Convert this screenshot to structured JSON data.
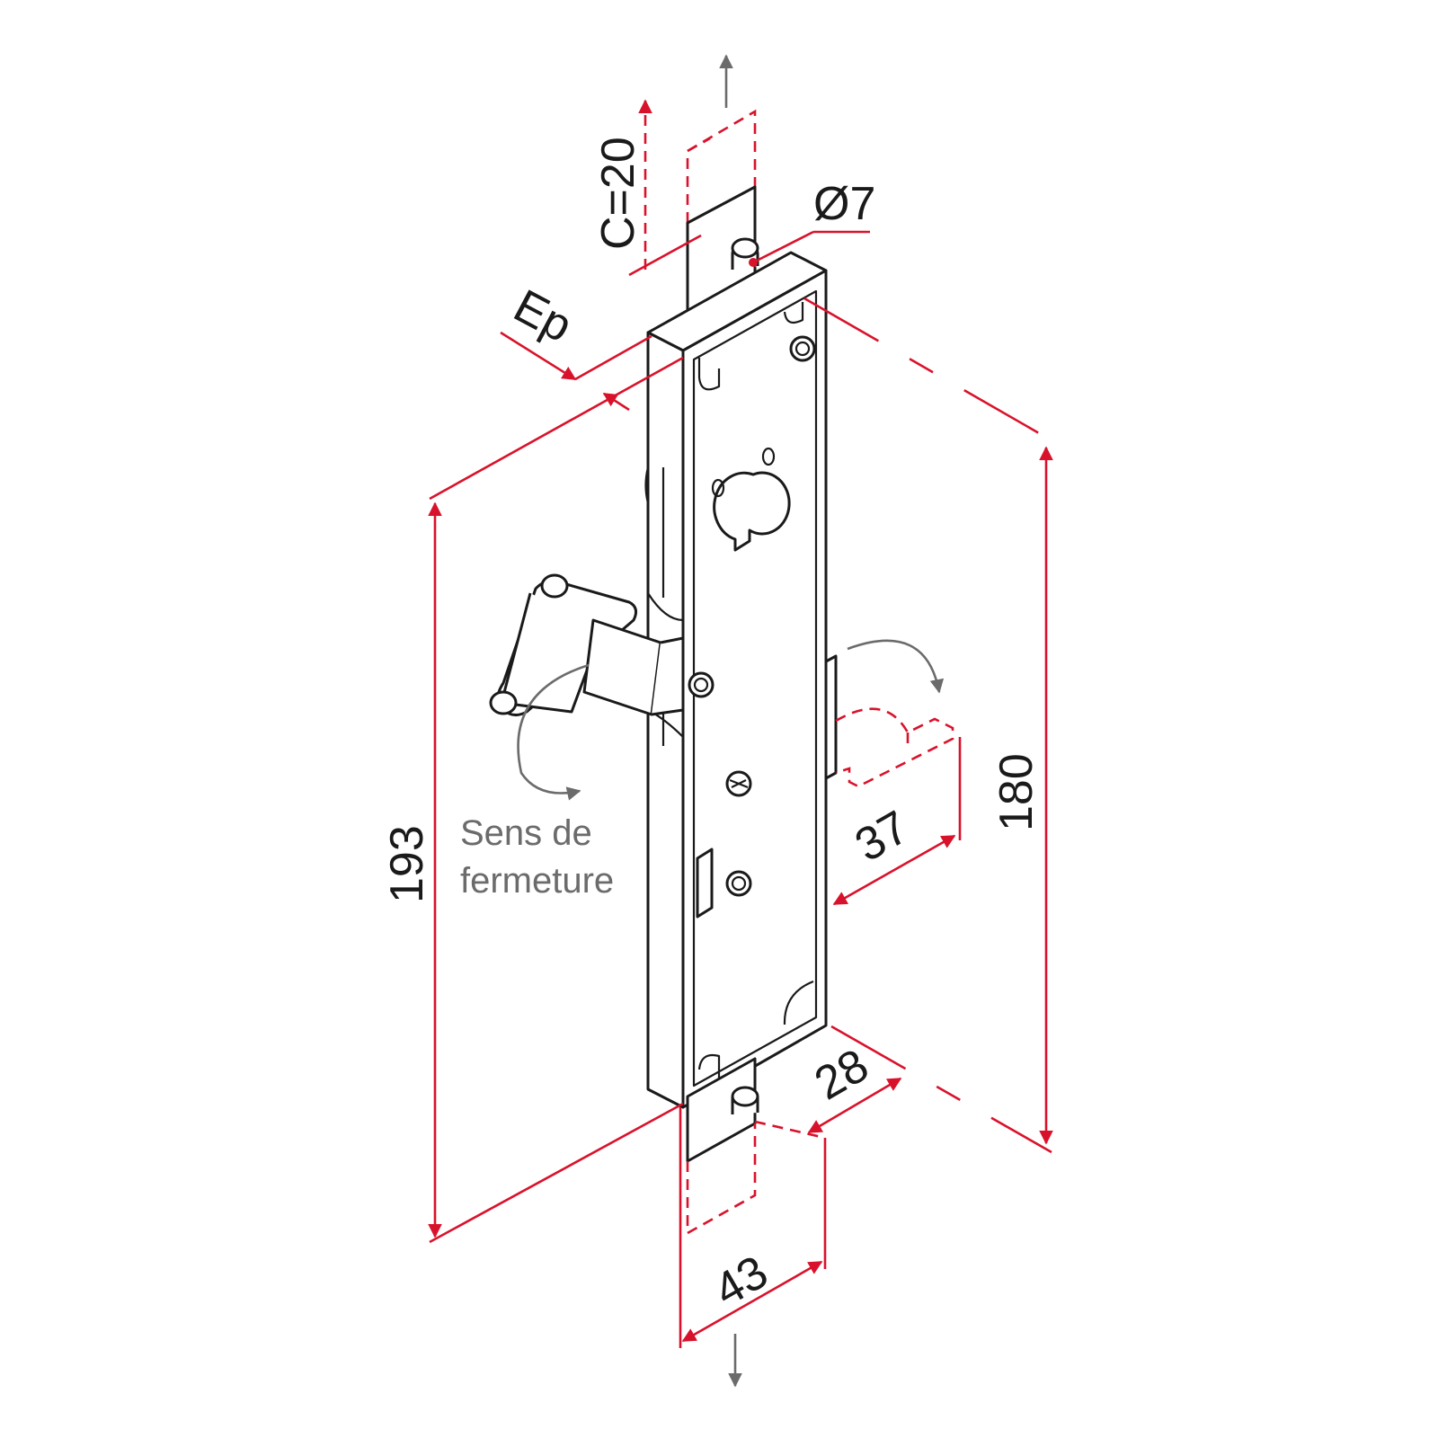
{
  "labels": {
    "stroke": "C=20",
    "pin_diameter": "Ø7",
    "thickness": "Ep",
    "height_total": "193",
    "height_faceplate": "180",
    "backset": "37",
    "case_depth": "28",
    "width_total": "43",
    "closing_direction_line1": "Sens de",
    "closing_direction_line2": "fermeture"
  },
  "colors": {
    "dimension": "#d9122b",
    "outline": "#1a1a1a",
    "annotation": "#6b6b6b"
  }
}
